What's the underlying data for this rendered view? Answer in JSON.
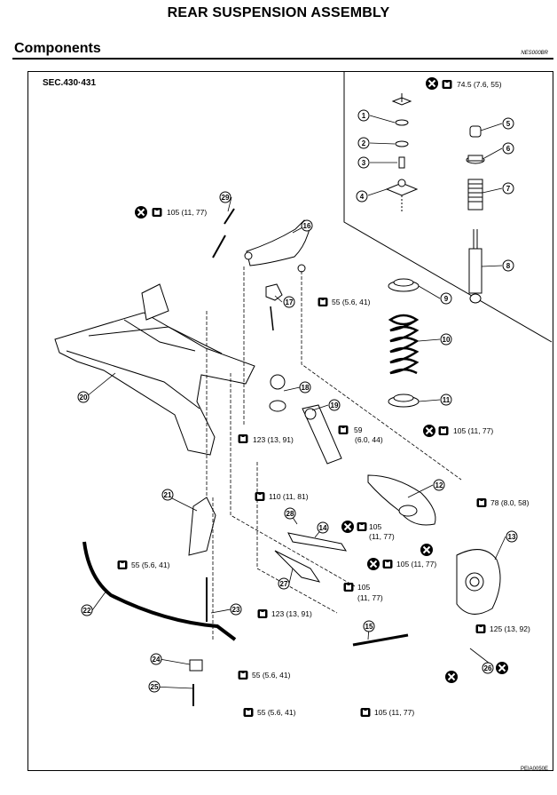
{
  "header": {
    "title": "REAR SUSPENSION ASSEMBLY",
    "section": "Components",
    "doc_code": "NES000BR",
    "sec_ref": "SEC.430·431",
    "figure_code": "PEIA0050E"
  },
  "callouts": [
    "1",
    "2",
    "3",
    "4",
    "5",
    "6",
    "7",
    "8",
    "9",
    "10",
    "11",
    "12",
    "13",
    "14",
    "15",
    "16",
    "17",
    "18",
    "19",
    "20",
    "21",
    "22",
    "23",
    "24",
    "25",
    "26",
    "27",
    "28",
    "29"
  ],
  "torques": [
    "74.5 (7.6, 55)",
    "105 (11, 77)",
    "55 (5.6, 41)",
    "59",
    "(6.0, 44)",
    "105 (11, 77)",
    "123 (13, 91)",
    "110 (11, 81)",
    "78 (8.0, 58)",
    "105",
    "(11, 77)",
    "105 (11, 77)",
    "55 (5.6, 41)",
    "105",
    "(11, 77)",
    "123 (13, 91)",
    "125 (13, 92)",
    "55 (5.6, 41)",
    "55 (5.6, 41)",
    "105 (11, 77)"
  ]
}
